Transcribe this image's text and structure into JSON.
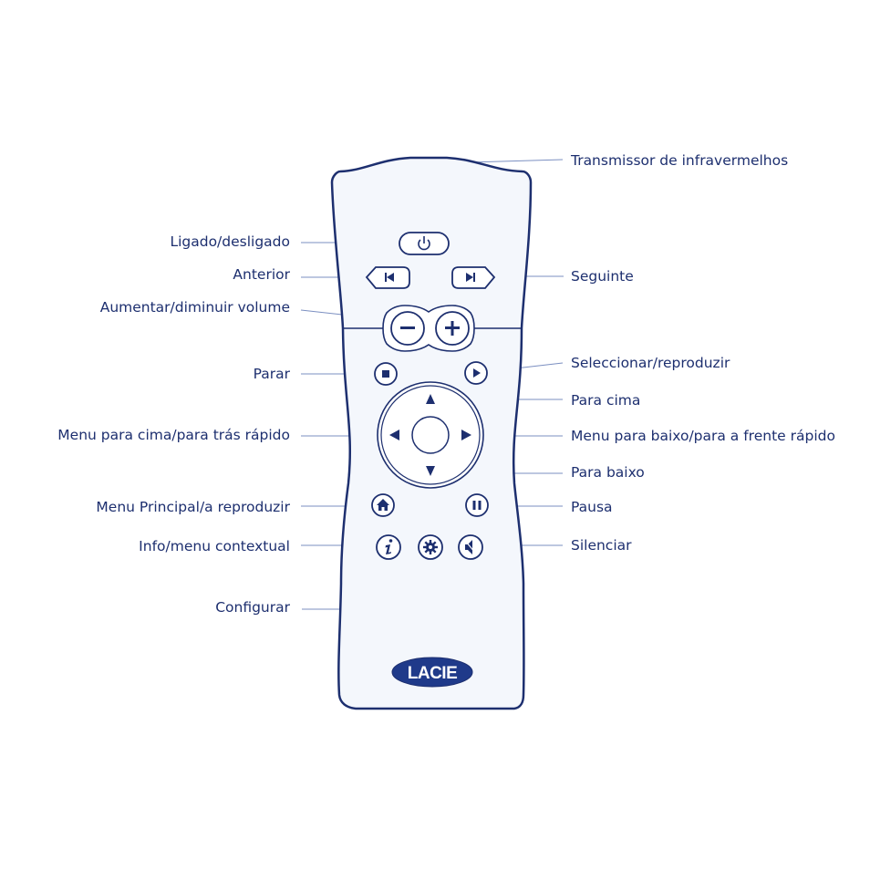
{
  "colors": {
    "ink": "#1d2f6f",
    "remote_fill": "#f4f7fc",
    "leader_line": "#7b8fc1",
    "logo_fill": "#1f3a8a",
    "logo_text": "#ffffff"
  },
  "remote": {
    "brand_logo": "LACIE"
  },
  "labels": {
    "ir_transmitter": "Transmissor de infravermelhos",
    "power": "Ligado/desligado",
    "previous": "Anterior",
    "next": "Seguinte",
    "volume": "Aumentar/diminuir volume",
    "stop": "Parar",
    "select_play": "Seleccionar/reproduzir",
    "up": "Para cima",
    "menu_up_rewind": "Menu para cima/para trás rápido",
    "menu_down_forward": "Menu para baixo/para a frente rápido",
    "down": "Para baixo",
    "home": "Menu Principal/a reproduzir",
    "pause": "Pausa",
    "info": "Info/menu contextual",
    "mute": "Silenciar",
    "settings": "Configurar"
  },
  "icons": {
    "power": "power-icon",
    "previous": "skip-previous-icon",
    "next": "skip-next-icon",
    "minus": "minus-icon",
    "plus": "plus-icon",
    "stop": "stop-icon",
    "play": "play-icon",
    "arrow_up": "arrow-up-icon",
    "arrow_down": "arrow-down-icon",
    "arrow_left": "arrow-left-icon",
    "arrow_right": "arrow-right-icon",
    "home": "home-icon",
    "pause": "pause-icon",
    "info": "info-icon",
    "settings": "gear-icon",
    "mute": "mute-icon"
  }
}
